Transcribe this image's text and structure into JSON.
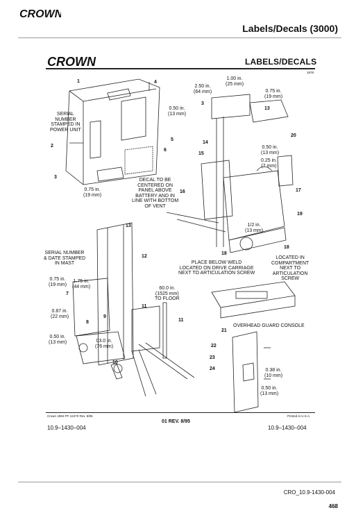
{
  "header": {
    "brand": "CROWN",
    "title": "Labels/Decals (3000)"
  },
  "document": {
    "brand": "CROWN",
    "title": "LABELS/DECALS",
    "doc_number": "1878",
    "callouts": {
      "upper_left": [
        "1",
        "2",
        "3",
        "4",
        "5",
        "6"
      ],
      "upper_right": [
        "3",
        "13",
        "20",
        "14",
        "15",
        "16",
        "17",
        "19",
        "18"
      ],
      "lower_left": [
        "13",
        "12",
        "7",
        "8",
        "9",
        "11",
        "11",
        "10"
      ],
      "lower_right": [
        "21",
        "22",
        "23",
        "24"
      ]
    },
    "labels": {
      "serial_power": "SERIAL\nNUMBER\nSTAMPED IN\nPOWER UNIT",
      "dim_050_upper": "0.50 in.\n(13 mm)",
      "dim_075_bottom": "0.75 in.\n(19 mm)",
      "decal_center": "DECAL TO BE\nCENTERED ON\nPANEL ABOVE\nBATTERY AND IN\nLINE WITH BOTTOM\nOF VENT",
      "dim_100": "1.00 in.\n(25 mm)",
      "dim_250": "2.50 in.\n(64 mm)",
      "dim_075_right": "0.75 in.\n(19 mm)",
      "dim_050_right": "0.50 in.\n(13 mm)",
      "dim_025": "0.25 in.\n(7 mm)",
      "dim_half": "1/2 in.\n(13 mm)",
      "place_below": "PLACE BELOW WELD\nLOCATED ON DRIVE CARRIAGE\nNEXT TO ARTICULATION SCREW",
      "located_in": "LOCATED IN\nCOMPARTMENT\nNEXT TO\nARTICULATION\nSCREW",
      "serial_mast": "SERIAL NUMBER\n& DATE STAMPED\nIN MAST",
      "dim_075_mast": "0.75 in.\n(19 mm)",
      "dim_175": "1.75 in.\n(44 mm)",
      "dim_600": "60.0 in.\n(1525 mm)\nTO FLOOR",
      "dim_087": "0.87 in.\n(22 mm)",
      "dim_050_mast": "0.50 in.\n(13 mm)",
      "dim_030": "03.0 in.\n(76 mm)",
      "overhead": "OVERHEAD GUARD CONSOLE",
      "dim_038": "0.38 in.\n(10 mm)",
      "dim_050_console": "0.50 in.\n(13 mm)"
    },
    "footer": {
      "copyright": "Crown 1994 PF-12270 Rev. 8/95",
      "printed": "Printed in U.S.A.",
      "rev": "01 REV. 8/95",
      "doc_id_left": "10.9–1430–004",
      "doc_id_right": "10.9–1430–004"
    }
  },
  "page_footer": {
    "reference": "CRO_10.9-1430-004",
    "page_number": "468"
  }
}
